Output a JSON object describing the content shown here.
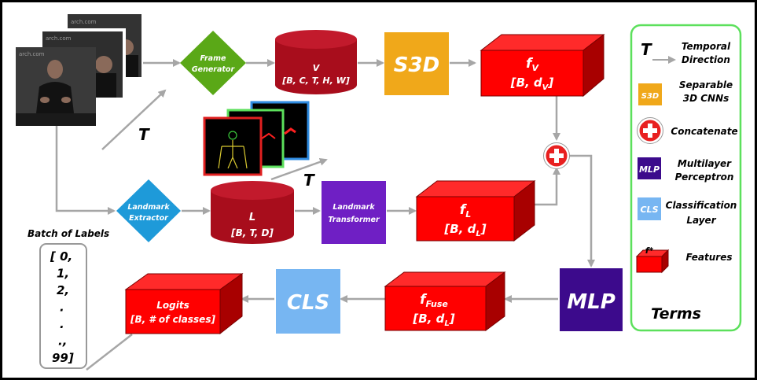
{
  "colors": {
    "red_box": "#ff0000",
    "red_top": "#ff2a2a",
    "red_side": "#a80000",
    "cylinder": "#a80d1c",
    "cylinder_top": "#c21a2c",
    "diamond_green": "#5aa817",
    "diamond_blue": "#1e9ad9",
    "s3d_orange": "#f0a81a",
    "landmark_purple": "#6f1fc4",
    "mlp_purple": "#3c0a8c",
    "cls_blue": "#77b6f2",
    "arrow_gray": "#a6a6a6",
    "legend_border": "#5ce05c"
  },
  "frames": {
    "watermark": "arch.com"
  },
  "nodes": {
    "frame_generator": {
      "line1": "Frame",
      "line2": "Generator"
    },
    "v_cylinder": {
      "line1": "V",
      "line2": "[B, C, T, H, W]"
    },
    "s3d": {
      "label": "S3D"
    },
    "fv": {
      "f": "f",
      "sub": "V",
      "dim_prefix": "[B, d",
      "dim_sub": "V",
      "dim_suffix": "]"
    },
    "landmark_extractor": {
      "line1": "Landmark",
      "line2": "Extractor"
    },
    "l_cylinder": {
      "line1": "L",
      "line2": "[B, T, D]"
    },
    "landmark_transformer": {
      "line1": "Landmark",
      "line2": "Transformer"
    },
    "fl": {
      "f": "f",
      "sub": "L",
      "dim_prefix": "[B, d",
      "dim_sub": "L",
      "dim_suffix": "]"
    },
    "mlp": {
      "label": "MLP"
    },
    "ffuse": {
      "f": "f",
      "sub": "Fuse",
      "dim_prefix": "[B, d",
      "dim_sub": "L",
      "dim_suffix": "]"
    },
    "cls": {
      "label": "CLS"
    },
    "logits": {
      "line1": "Logits",
      "line2": "[B, # of classes]"
    }
  },
  "temporal_markers": {
    "t1": "T",
    "t2": "T"
  },
  "labels": {
    "title": "Batch of Labels",
    "lines": [
      "[ 0,",
      "1,",
      "2,",
      ".",
      ".",
      ".,",
      "99]"
    ]
  },
  "legend": {
    "title": "Terms",
    "items": [
      {
        "icon": "T",
        "text1": "Temporal",
        "text2": "Direction"
      },
      {
        "icon": "S3D",
        "text1": "Separable",
        "text2": "3D CNNs"
      },
      {
        "icon": "plus",
        "text1": "Concatenate",
        "text2": ""
      },
      {
        "icon": "MLP",
        "text1": "Multilayer",
        "text2": "Perceptron"
      },
      {
        "icon": "CLS",
        "text1": "Classification",
        "text2": "Layer"
      },
      {
        "icon": "f*",
        "text1": "Features",
        "text2": ""
      }
    ]
  }
}
